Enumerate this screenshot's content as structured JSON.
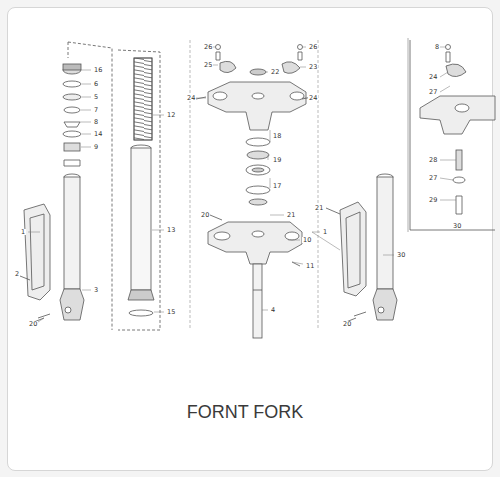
{
  "diagram": {
    "caption": "FORNT FORK",
    "labels": [
      "16",
      "6",
      "5",
      "7",
      "8",
      "14",
      "9",
      "1",
      "2",
      "3",
      "20",
      "12",
      "13",
      "15",
      "26",
      "26",
      "25",
      "22",
      "23",
      "24",
      "24",
      "18",
      "19",
      "17",
      "21",
      "20",
      "10",
      "11",
      "4",
      "21",
      "1",
      "30",
      "20",
      "8",
      "24",
      "27",
      "28",
      "27",
      "29",
      "30"
    ]
  }
}
